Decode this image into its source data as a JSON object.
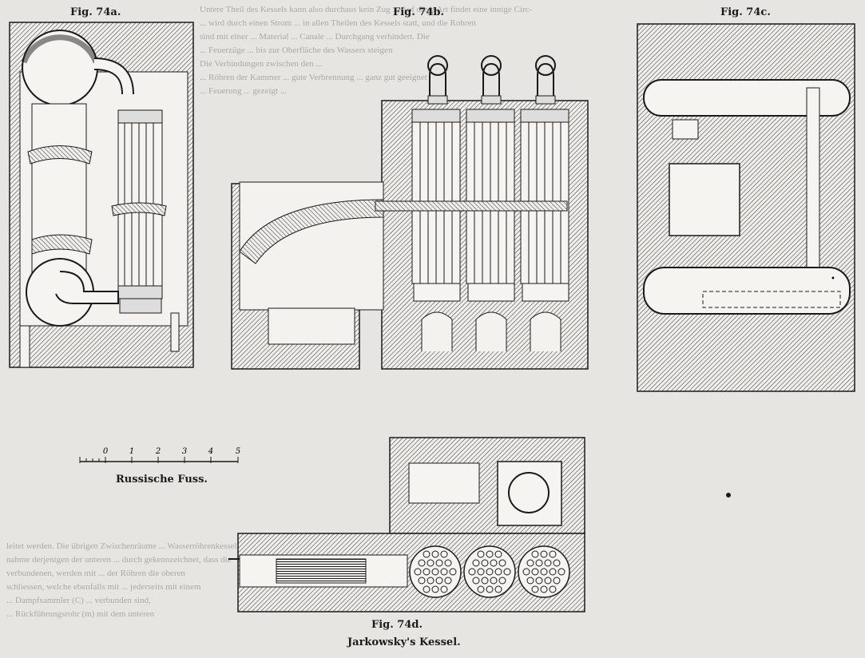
{
  "figures": {
    "a": {
      "caption": "Fig. 74a."
    },
    "b": {
      "caption": "Fig. 74b."
    },
    "c": {
      "caption": "Fig. 74c."
    },
    "d": {
      "caption": "Fig. 74d.",
      "subtitle": "Jarkowsky's Kessel."
    }
  },
  "scale": {
    "ticks": [
      "0",
      "1",
      "2",
      "3",
      "4",
      "5"
    ],
    "label": "Russische Fuss."
  },
  "bleed_text": {
    "top_lines": [
      "Untere Theil des Kessels kann also durchaus kein Zug ... Auf diese Art findet eine innige Circ-",
      "... wird durch einen Strom ... in allen Theilen des Kessels statt, und die Rohren",
      "sind mit einer ... Material ... Canale ... Durchgang verhindert. Die",
      "... Feuerzüge ... bis zur Oberfläche des Wassers steigen",
      "Die Verbindungen zwischen den ...",
      "... Röhren der Kammer ... gute Verbrennung ... ganz gut geeignet",
      "... Feuerung ... gezeigt ..."
    ],
    "bottom_lines": [
      "leitet werden. Die übrigen Zwischenräume ... Wasserröhrenkessel mit",
      "nahme derjenigen der unteren ... durch gekennzeichnet, dass die",
      "verbundenen, werden mit ... der Röhren die oberen",
      "schliessen, welche ebenfalls mit ... jederseits mit einem",
      "... Dampfsammler (C) ... verbunden sind,",
      "... Rückführungsrohr (m) mit dem unteren"
    ]
  },
  "colors": {
    "paper": "#e6e5e1",
    "ink": "#1a1a1a",
    "cut_hatch": "#4a4a4a"
  }
}
